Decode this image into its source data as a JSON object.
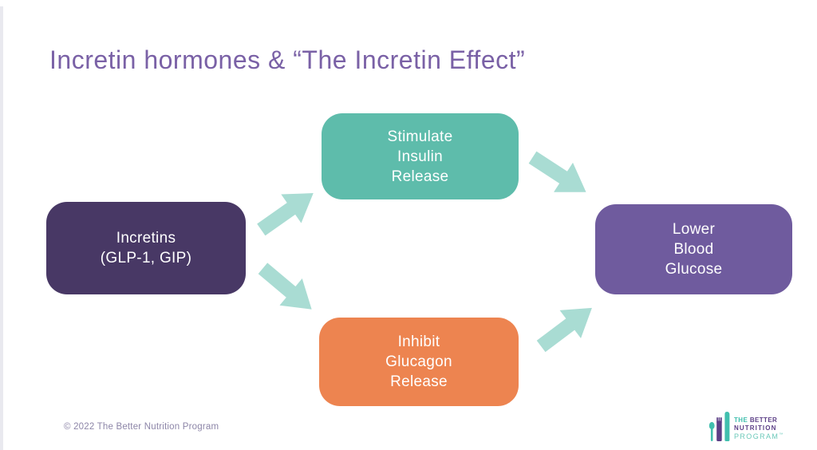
{
  "slide": {
    "title": "Incretin hormones & “The Incretin Effect”",
    "footer": "© 2022 The Better Nutrition Program"
  },
  "diagram": {
    "arrow_color": "#a9dcd3",
    "nodes": {
      "incretins": {
        "line1": "Incretins",
        "line2": "(GLP-1, GIP)",
        "color": "#483865"
      },
      "stimulate": {
        "line1": "Stimulate",
        "line2": "Insulin",
        "line3": "Release",
        "color": "#5ebcab"
      },
      "inhibit": {
        "line1": "Inhibit",
        "line2": "Glucagon",
        "line3": "Release",
        "color": "#ed8450"
      },
      "lower": {
        "line1": "Lower",
        "line2": "Blood",
        "line3": "Glucose",
        "color": "#6f5b9e"
      }
    },
    "connections": [
      {
        "from": "incretins",
        "to": "stimulate"
      },
      {
        "from": "incretins",
        "to": "inhibit"
      },
      {
        "from": "stimulate",
        "to": "lower"
      },
      {
        "from": "inhibit",
        "to": "lower"
      }
    ]
  },
  "logo": {
    "the": "THE",
    "better": "BETTER",
    "nutrition": "NUTRITION",
    "program": "PROGRAM",
    "trademark": "™",
    "teal": "#41bfae",
    "purple": "#5b3e86"
  },
  "colors": {
    "title_text": "#7a61a6",
    "footer_text": "#8d86a8",
    "background": "#ffffff"
  }
}
